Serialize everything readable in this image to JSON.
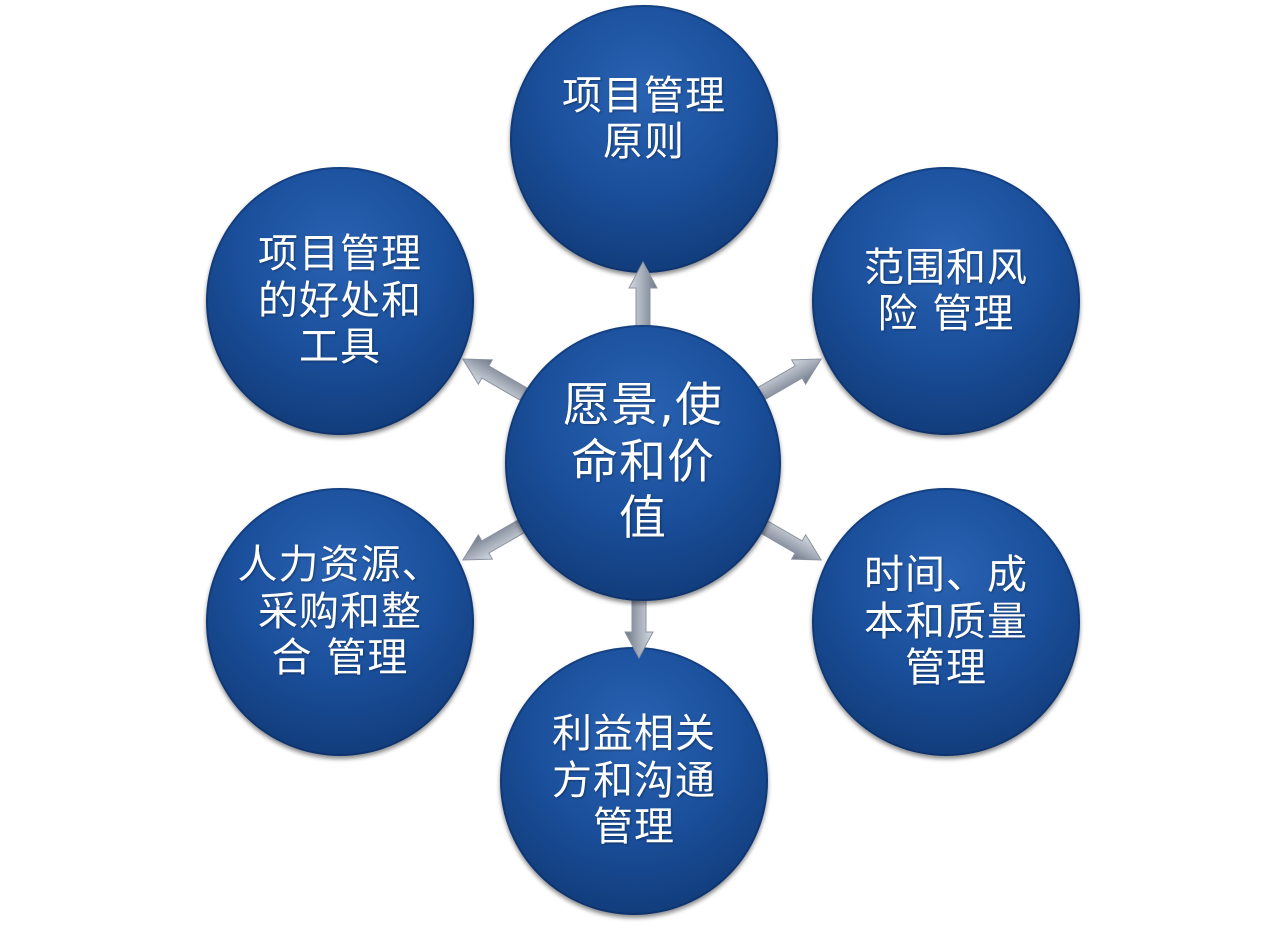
{
  "diagram": {
    "center": {
      "label": "愿景,使\n命和价\n值"
    },
    "nodes": [
      {
        "id": "top",
        "label": "项目管理\n原则"
      },
      {
        "id": "top-right",
        "label": "范围和风\n险 管理"
      },
      {
        "id": "bottom-right",
        "label": "时间、成\n本和质量\n管理"
      },
      {
        "id": "bottom",
        "label": "利益相关\n方和沟通\n管理"
      },
      {
        "id": "bottom-left",
        "label": "人力资源、\n采购和整\n合 管理"
      },
      {
        "id": "top-left",
        "label": "项目管理\n的好处和\n工具"
      }
    ],
    "colors": {
      "node_fill": "#1a4f9b",
      "arrow_fill": "#a4acb8"
    }
  }
}
